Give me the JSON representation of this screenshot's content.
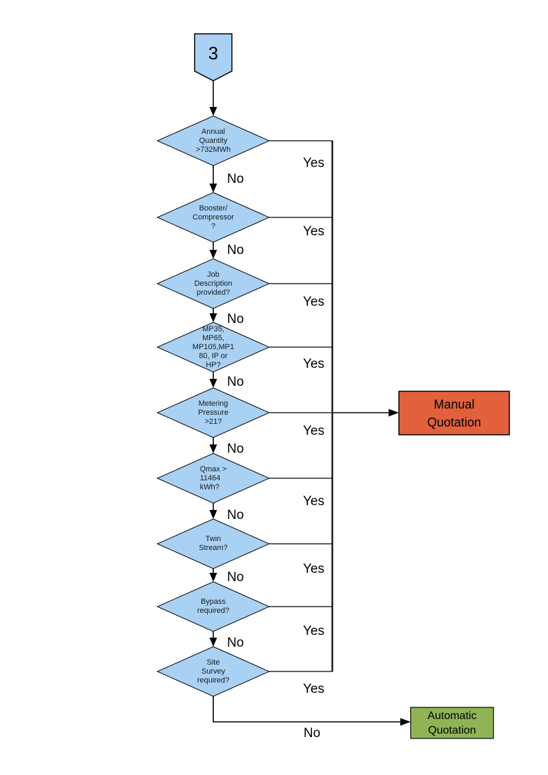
{
  "colors": {
    "node_fill": "#A8D1F4",
    "node_stroke": "#000000",
    "manual_fill": "#E2603C",
    "automatic_fill": "#90B455",
    "line": "#000000"
  },
  "start": {
    "label": "3"
  },
  "decisions": [
    {
      "label": "Annual\nQuantity\n>732MWh",
      "yes": "Yes",
      "no": "No"
    },
    {
      "label": "Booster/\nCompressor\n?",
      "yes": "Yes",
      "no": "No"
    },
    {
      "label": "Job\nDescription\nprovided?",
      "yes": "Yes",
      "no": "No"
    },
    {
      "label": "MP35,\nMP65,\nMP105,MP1\n80, IP or\nHP?",
      "yes": "Yes",
      "no": "No"
    },
    {
      "label": "Metering\nPressure\n>21?",
      "yes": "Yes",
      "no": "No"
    },
    {
      "label": "Qmax >\n11464\nkWh?",
      "yes": "Yes",
      "no": "No"
    },
    {
      "label": "Twin\nStream?",
      "yes": "Yes",
      "no": "No"
    },
    {
      "label": "Bypass\nrequired?",
      "yes": "Yes",
      "no": "No"
    },
    {
      "label": "Site\nSurvey\nrequired?",
      "yes": "Yes",
      "no": "No"
    }
  ],
  "outcomes": {
    "manual": {
      "label": "Manual\nQuotation"
    },
    "automatic": {
      "label": "Automatic\nQuotation"
    }
  }
}
